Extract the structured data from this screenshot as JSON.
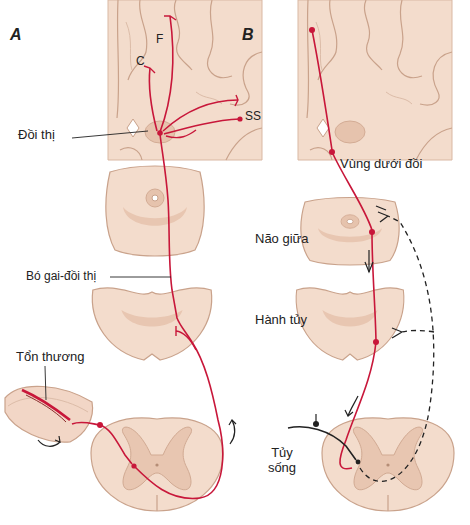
{
  "diagram": {
    "labels": [
      "A",
      "F",
      "C",
      "B",
      "SS",
      "Đồi thị",
      "Vùng dưới đồi",
      "Não giữa",
      "Bó gai-đồi thị",
      "Hành tủy",
      "Tổn thương",
      "Tủy sống"
    ]
  }
}
